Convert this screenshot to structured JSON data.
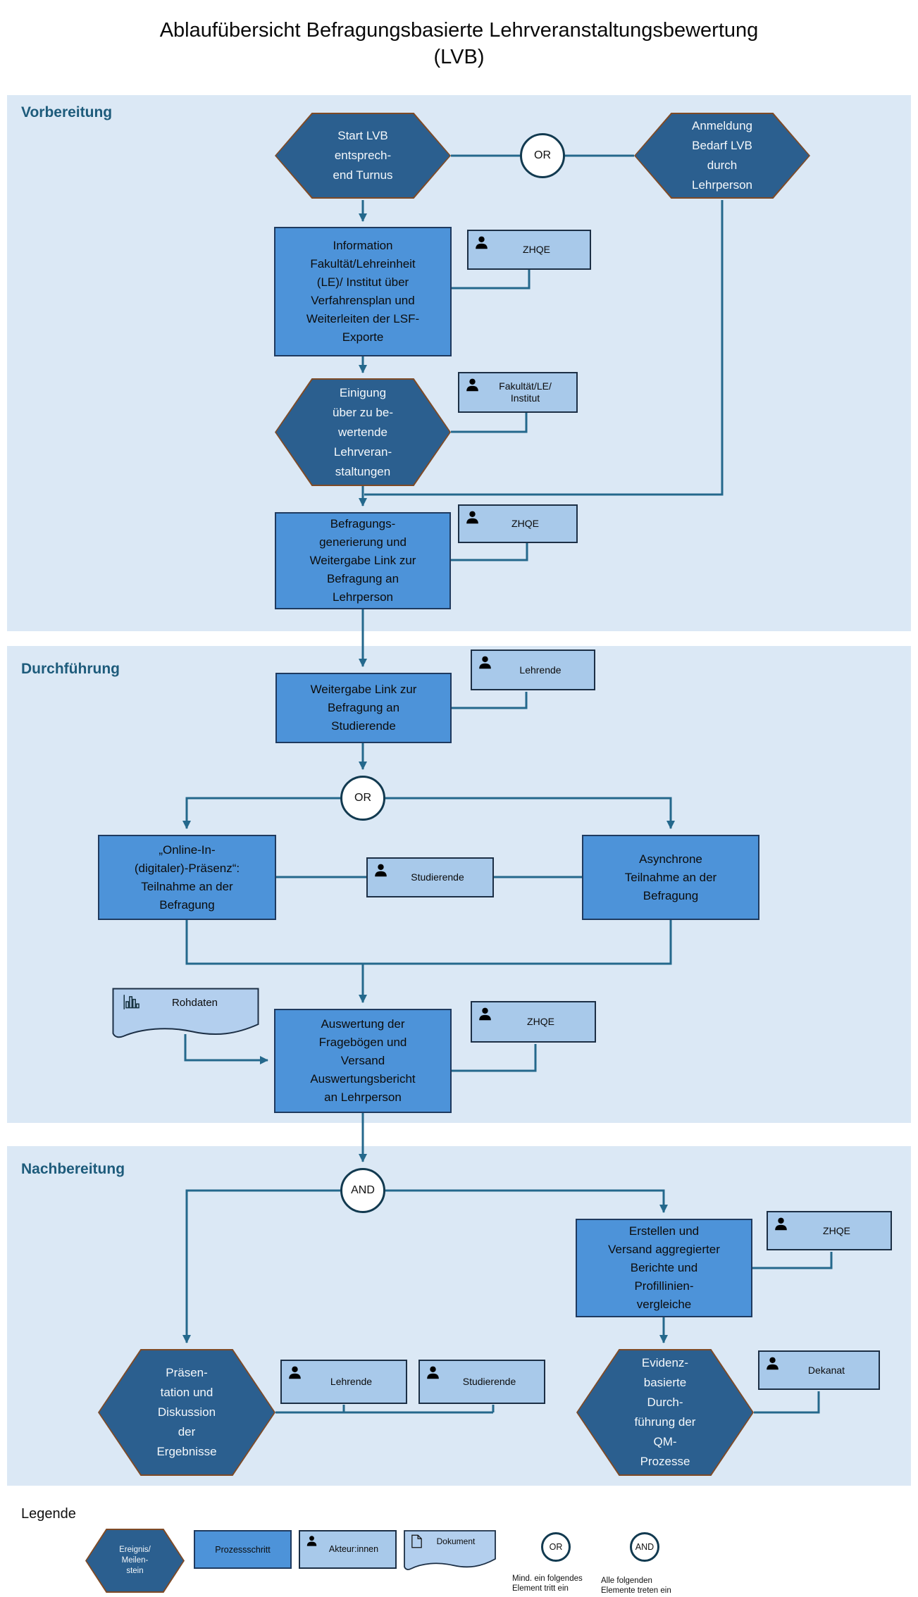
{
  "title": "Ablaufübersicht Befragungsbasierte Lehrveranstaltungsbewertung\n(LVB)",
  "sections": {
    "vorbereitung": "Vorbereitung",
    "durchfuehrung": "Durchführung",
    "nachbereitung": "Nachbereitung"
  },
  "nodes": {
    "start_event": "Start LVB\nentsprech-\nend Turnus",
    "or_top": "OR",
    "anmeldung_event": "Anmeldung\nBedarf LVB\ndurch\nLehrperson",
    "information_process": "Information\nFakultät/Lehreinheit\n(LE)/ Institut über\nVerfahrensplan und\nWeiterleiten der LSF-\nExporte",
    "zhqe_1": "ZHQE",
    "einigung_event": "Einigung\nüber zu be-\nwertende\nLehrveran-\nstaltungen",
    "fakultaet_actor": "Fakultät/LE/\nInstitut",
    "befragung_process": "Befragungs-\ngenerierung und\nWeitergabe Link zur\nBefragung an\nLehrperson",
    "zhqe_2": "ZHQE",
    "weitergabe_process": "Weitergabe Link zur\nBefragung an\nStudierende",
    "lehrende_actor_1": "Lehrende",
    "or_mid": "OR",
    "online_process": "„Online-In-\n(digitaler)-Präsenz“:\nTeilnahme an der\nBefragung",
    "studierende_actor_1": "Studierende",
    "async_process": "Asynchrone\nTeilnahme an der\nBefragung",
    "rohdaten_document": "Rohdaten",
    "auswertung_process": "Auswertung der\nFragebögen und\nVersand\nAuswertungsbericht\nan Lehrperson",
    "zhqe_3": "ZHQE",
    "and_gate": "AND",
    "erstellen_process": "Erstellen und\nVersand aggregierter\nBerichte und\nProfillinien-\nvergleiche",
    "zhqe_4": "ZHQE",
    "praesentation_event": "Präsen-\ntation und\nDiskussion\nder\nErgebnisse",
    "lehrende_actor_2": "Lehrende",
    "studierende_actor_2": "Studierende",
    "evidenz_event": "Evidenz-\nbasierte\nDurch-\nführung der\nQM-\nProzesse",
    "dekanat_actor": "Dekanat"
  },
  "legend": {
    "title": "Legende",
    "event_label": "Ereignis/\nMeilen-\nstein",
    "process_label": "Prozessschritt",
    "actor_label": "Akteur:innen",
    "document_label": "Dokument",
    "or_label": "OR",
    "and_label": "AND",
    "or_caption": "Mind. ein folgendes\nElement tritt ein",
    "and_caption": "Alle folgenden\nElemente treten ein"
  },
  "colors": {
    "band_bg": "#dbe8f5",
    "section_header": "#1d5b7b",
    "event_fill": "#2b5f8f",
    "event_border": "#7e4a26",
    "process_fill": "#4d93d9",
    "process_border": "#1f3a5f",
    "actor_fill": "#a8c9ea",
    "actor_border": "#1c2f45",
    "document_fill": "#b3cfee",
    "connector": "#24688c",
    "gate_border": "#123a50"
  }
}
